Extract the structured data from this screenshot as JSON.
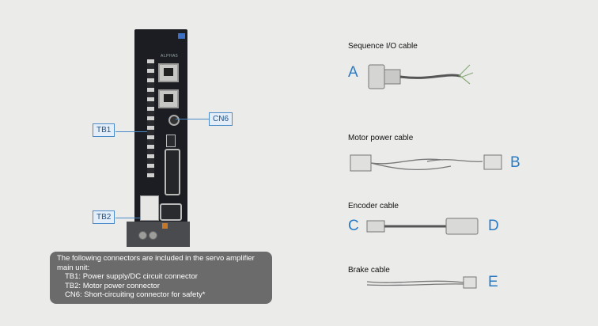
{
  "amplifier": {
    "brand_mark": "ALPHA5",
    "tags": {
      "tb1": "TB1",
      "cn6": "CN6",
      "tb2": "TB2"
    }
  },
  "note": {
    "line1": "The following connectors are included in the servo amplifier",
    "line2": "main unit:",
    "items": [
      "TB1: Power supply/DC circuit connector",
      "TB2: Motor power connector",
      "CN6:  Short-circuiting connector for safety*"
    ]
  },
  "cables": {
    "sequence_io": {
      "title": "Sequence I/O cable",
      "letter": "A"
    },
    "motor_power": {
      "title": "Motor power cable",
      "letter": "B"
    },
    "encoder": {
      "title": "Encoder cable",
      "letter_left": "C",
      "letter_right": "D"
    },
    "brake": {
      "title": "Brake cable",
      "letter": "E"
    }
  },
  "colors": {
    "accent": "#2a7bc4",
    "note_bg": "#6b6b6b",
    "background": "#ebebea"
  }
}
